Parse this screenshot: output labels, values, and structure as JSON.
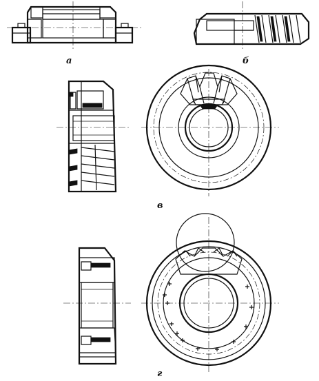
{
  "captions": {
    "a": "а",
    "b": "б",
    "v": "в",
    "g": "г"
  }
}
